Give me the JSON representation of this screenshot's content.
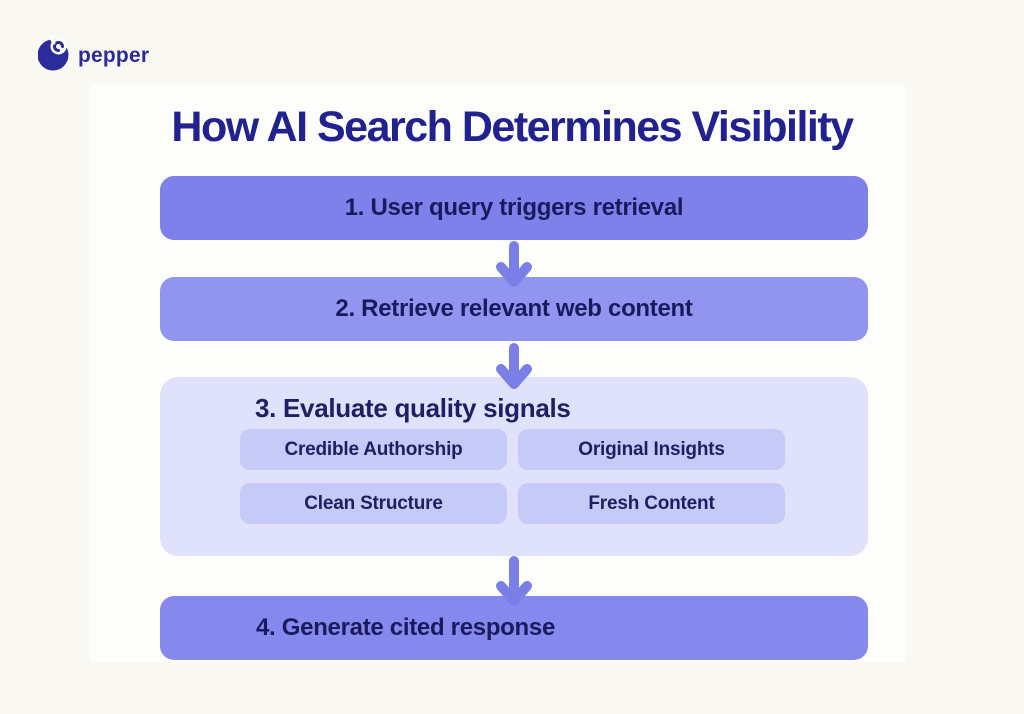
{
  "logo": {
    "brand": "pepper",
    "icon": "pepper-circle-monogram-icon"
  },
  "title": "How AI Search Determines Visibility",
  "flow": {
    "step1": {
      "label": "1. User query triggers retrieval"
    },
    "step2": {
      "label": "2. Retrieve relevant web content"
    },
    "step3": {
      "label": "3. Evaluate quality signals",
      "signals": [
        "Credible Authorship",
        "Original Insights",
        "Clean Structure",
        "Fresh Content"
      ]
    },
    "step4": {
      "label": "4. Generate cited response"
    },
    "arrow_icon": "down-arrow-icon"
  },
  "colors": {
    "background": "#faf8f3",
    "panel": "#fdfdfc",
    "title_text": "#21218f",
    "logo_navy": "#2b2b9b",
    "step1_bg": "#7d81e9",
    "step2_bg": "#9295ef",
    "step3_bg": "#dfe2fa",
    "signal_bg": "#c5caf6",
    "step4_bg": "#8588ec",
    "arrow": "#7a7fe8",
    "box_text": "#1a1b5f"
  }
}
